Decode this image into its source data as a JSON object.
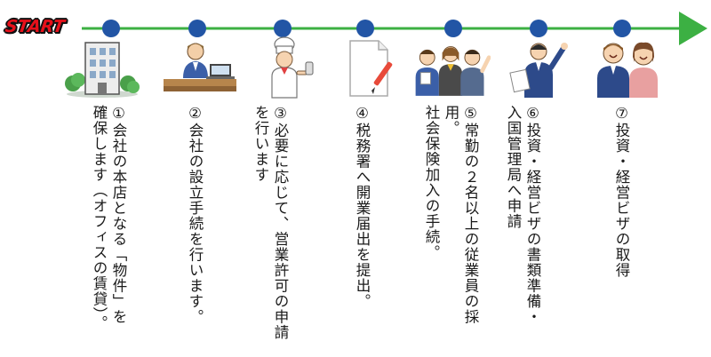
{
  "start_label": "START",
  "colors": {
    "line": "#3cb043",
    "node": "#2255a5",
    "start_text": "#e8101a",
    "start_outline": "#111111"
  },
  "steps": [
    {
      "icon": "office-building-icon",
      "text": "①会社の本店となる「物件」を\n確保します（オフィスの賃貸）。"
    },
    {
      "icon": "businessman-at-desk-icon",
      "text": "②会社の設立手続を行います。"
    },
    {
      "icon": "chef-icon",
      "text": "③必要に応じて、営業許可の申請\nを行います"
    },
    {
      "icon": "document-pen-icon",
      "text": "④税務署へ開業届出を提出。"
    },
    {
      "icon": "group-of-workers-icon",
      "text": "⑤常勤の２名以上の従業員の採用。\n社会保険加入の手続。"
    },
    {
      "icon": "man-with-papers-icon",
      "text": "⑥投資・経営ビザの書類準備・\n入国管理局へ申請"
    },
    {
      "icon": "happy-couple-icon",
      "text": "⑦投資・経営ビザの取得"
    }
  ]
}
